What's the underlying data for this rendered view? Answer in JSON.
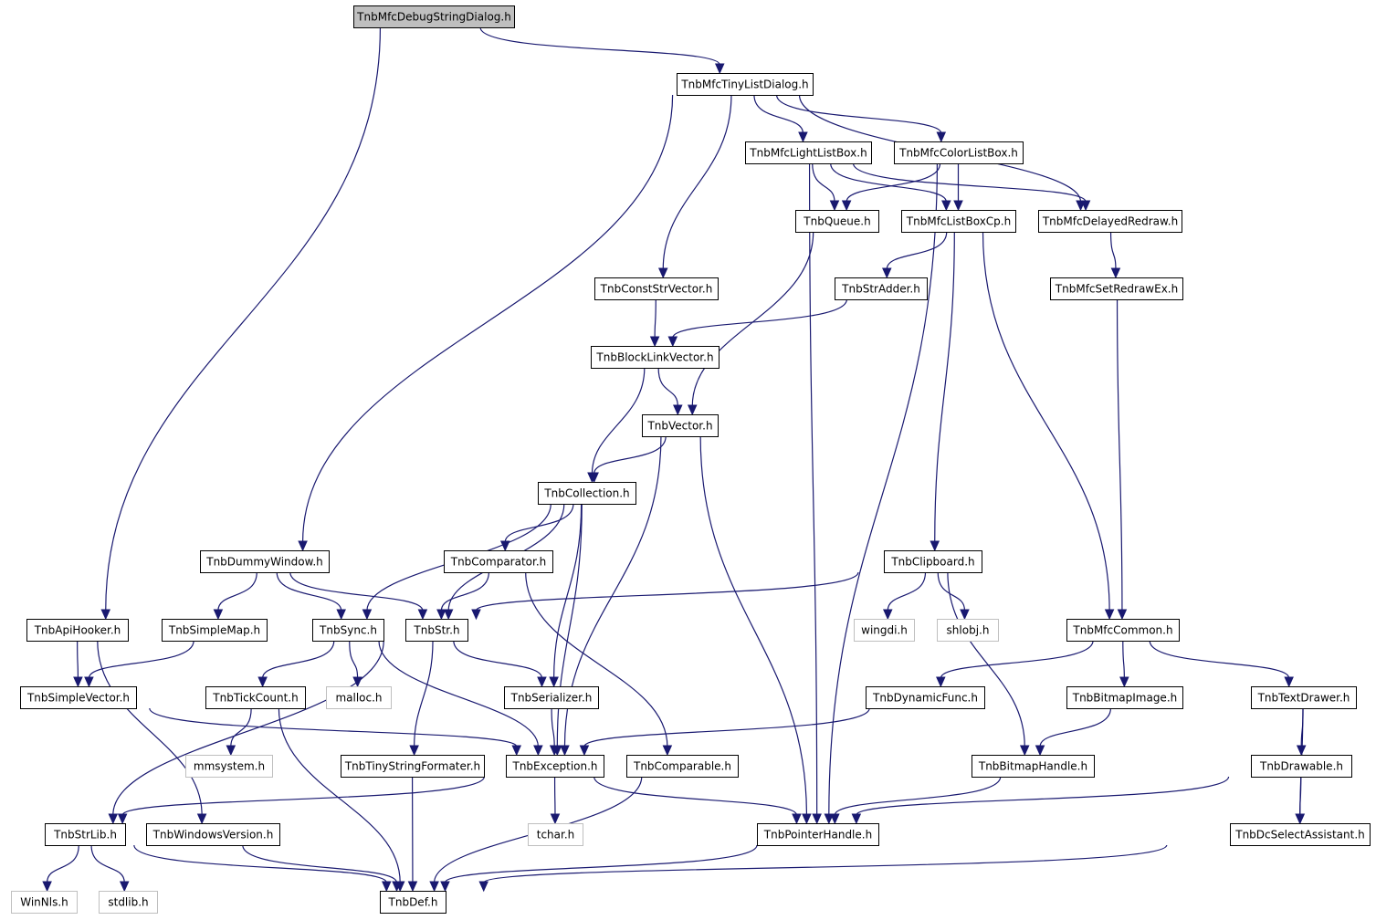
{
  "diagram": {
    "kind": "include-dependency-graph",
    "colors": {
      "edge": "#191970",
      "root_fill": "#bfbfbf",
      "node_fill": "#ffffff",
      "node_border": "#000000",
      "system_border": "#bfbfbf"
    },
    "nodes": [
      {
        "id": "debug",
        "label": "TnbMfcDebugStringDialog.h",
        "role": "root"
      },
      {
        "id": "tinylist",
        "label": "TnbMfcTinyListDialog.h"
      },
      {
        "id": "lightlist",
        "label": "TnbMfcLightListBox.h"
      },
      {
        "id": "colorlist",
        "label": "TnbMfcColorListBox.h"
      },
      {
        "id": "queue",
        "label": "TnbQueue.h"
      },
      {
        "id": "listboxcp",
        "label": "TnbMfcListBoxCp.h"
      },
      {
        "id": "delayed",
        "label": "TnbMfcDelayedRedraw.h"
      },
      {
        "id": "conststr",
        "label": "TnbConstStrVector.h"
      },
      {
        "id": "stradder",
        "label": "TnbStrAdder.h"
      },
      {
        "id": "setredraw",
        "label": "TnbMfcSetRedrawEx.h"
      },
      {
        "id": "blocklink",
        "label": "TnbBlockLinkVector.h"
      },
      {
        "id": "vector",
        "label": "TnbVector.h"
      },
      {
        "id": "collection",
        "label": "TnbCollection.h"
      },
      {
        "id": "dummywin",
        "label": "TnbDummyWindow.h"
      },
      {
        "id": "comparator",
        "label": "TnbComparator.h"
      },
      {
        "id": "clipboard",
        "label": "TnbClipboard.h"
      },
      {
        "id": "apihooker",
        "label": "TnbApiHooker.h"
      },
      {
        "id": "simplemap",
        "label": "TnbSimpleMap.h"
      },
      {
        "id": "sync",
        "label": "TnbSync.h"
      },
      {
        "id": "str",
        "label": "TnbStr.h"
      },
      {
        "id": "wingdi",
        "label": "wingdi.h",
        "role": "system"
      },
      {
        "id": "shlobj",
        "label": "shlobj.h",
        "role": "system"
      },
      {
        "id": "mfccommon",
        "label": "TnbMfcCommon.h"
      },
      {
        "id": "simplevector",
        "label": "TnbSimpleVector.h"
      },
      {
        "id": "tickcount",
        "label": "TnbTickCount.h"
      },
      {
        "id": "malloc",
        "label": "malloc.h",
        "role": "system"
      },
      {
        "id": "serializer",
        "label": "TnbSerializer.h"
      },
      {
        "id": "dynfunc",
        "label": "TnbDynamicFunc.h"
      },
      {
        "id": "bitmapimage",
        "label": "TnbBitmapImage.h"
      },
      {
        "id": "textdrawer",
        "label": "TnbTextDrawer.h"
      },
      {
        "id": "mmsystem",
        "label": "mmsystem.h",
        "role": "system"
      },
      {
        "id": "tinyfmt",
        "label": "TnbTinyStringFormater.h"
      },
      {
        "id": "exception",
        "label": "TnbException.h"
      },
      {
        "id": "comparable",
        "label": "TnbComparable.h"
      },
      {
        "id": "bitmaphandle",
        "label": "TnbBitmapHandle.h"
      },
      {
        "id": "drawable",
        "label": "TnbDrawable.h"
      },
      {
        "id": "strlib",
        "label": "TnbStrLib.h"
      },
      {
        "id": "winver",
        "label": "TnbWindowsVersion.h"
      },
      {
        "id": "tchar",
        "label": "tchar.h",
        "role": "system"
      },
      {
        "id": "pointerhandle",
        "label": "TnbPointerHandle.h"
      },
      {
        "id": "dcselect",
        "label": "TnbDcSelectAssistant.h"
      },
      {
        "id": "winnls",
        "label": "WinNls.h",
        "role": "system"
      },
      {
        "id": "stdlib",
        "label": "stdlib.h",
        "role": "system"
      },
      {
        "id": "def",
        "label": "TnbDef.h"
      }
    ],
    "edges": [
      [
        "debug",
        "tinylist"
      ],
      [
        "debug",
        "apihooker"
      ],
      [
        "tinylist",
        "lightlist"
      ],
      [
        "tinylist",
        "colorlist"
      ],
      [
        "tinylist",
        "delayed"
      ],
      [
        "tinylist",
        "conststr"
      ],
      [
        "tinylist",
        "dummywin"
      ],
      [
        "lightlist",
        "queue"
      ],
      [
        "lightlist",
        "listboxcp"
      ],
      [
        "lightlist",
        "delayed"
      ],
      [
        "lightlist",
        "pointerhandle"
      ],
      [
        "colorlist",
        "queue"
      ],
      [
        "colorlist",
        "listboxcp"
      ],
      [
        "colorlist",
        "pointerhandle"
      ],
      [
        "queue",
        "vector"
      ],
      [
        "listboxcp",
        "stradder"
      ],
      [
        "listboxcp",
        "clipboard"
      ],
      [
        "listboxcp",
        "mfccommon"
      ],
      [
        "delayed",
        "setredraw"
      ],
      [
        "setredraw",
        "mfccommon"
      ],
      [
        "conststr",
        "blocklink"
      ],
      [
        "stradder",
        "blocklink"
      ],
      [
        "blocklink",
        "vector"
      ],
      [
        "blocklink",
        "collection"
      ],
      [
        "vector",
        "collection"
      ],
      [
        "vector",
        "exception"
      ],
      [
        "vector",
        "pointerhandle"
      ],
      [
        "collection",
        "comparator"
      ],
      [
        "collection",
        "sync"
      ],
      [
        "collection",
        "str"
      ],
      [
        "collection",
        "serializer"
      ],
      [
        "collection",
        "exception"
      ],
      [
        "dummywin",
        "simplemap"
      ],
      [
        "dummywin",
        "sync"
      ],
      [
        "dummywin",
        "str"
      ],
      [
        "comparator",
        "str"
      ],
      [
        "comparator",
        "comparable"
      ],
      [
        "clipboard",
        "str"
      ],
      [
        "clipboard",
        "wingdi"
      ],
      [
        "clipboard",
        "shlobj"
      ],
      [
        "clipboard",
        "bitmaphandle"
      ],
      [
        "apihooker",
        "simplevector"
      ],
      [
        "apihooker",
        "winver"
      ],
      [
        "simplemap",
        "simplevector"
      ],
      [
        "sync",
        "tickcount"
      ],
      [
        "sync",
        "malloc"
      ],
      [
        "sync",
        "exception"
      ],
      [
        "str",
        "serializer"
      ],
      [
        "str",
        "tinyfmt"
      ],
      [
        "str",
        "strlib"
      ],
      [
        "mfccommon",
        "dynfunc"
      ],
      [
        "mfccommon",
        "bitmapimage"
      ],
      [
        "mfccommon",
        "textdrawer"
      ],
      [
        "simplevector",
        "exception"
      ],
      [
        "tickcount",
        "mmsystem"
      ],
      [
        "tickcount",
        "def"
      ],
      [
        "serializer",
        "exception"
      ],
      [
        "dynfunc",
        "exception"
      ],
      [
        "bitmapimage",
        "bitmaphandle"
      ],
      [
        "textdrawer",
        "drawable"
      ],
      [
        "textdrawer",
        "dcselect"
      ],
      [
        "tinyfmt",
        "def"
      ],
      [
        "exception",
        "strlib"
      ],
      [
        "exception",
        "tchar"
      ],
      [
        "exception",
        "pointerhandle"
      ],
      [
        "comparable",
        "def"
      ],
      [
        "bitmaphandle",
        "pointerhandle"
      ],
      [
        "drawable",
        "pointerhandle"
      ],
      [
        "drawable",
        "dcselect"
      ],
      [
        "strlib",
        "winnls"
      ],
      [
        "strlib",
        "stdlib"
      ],
      [
        "strlib",
        "def"
      ],
      [
        "winver",
        "def"
      ],
      [
        "pointerhandle",
        "def"
      ],
      [
        "dcselect",
        "def"
      ]
    ]
  }
}
